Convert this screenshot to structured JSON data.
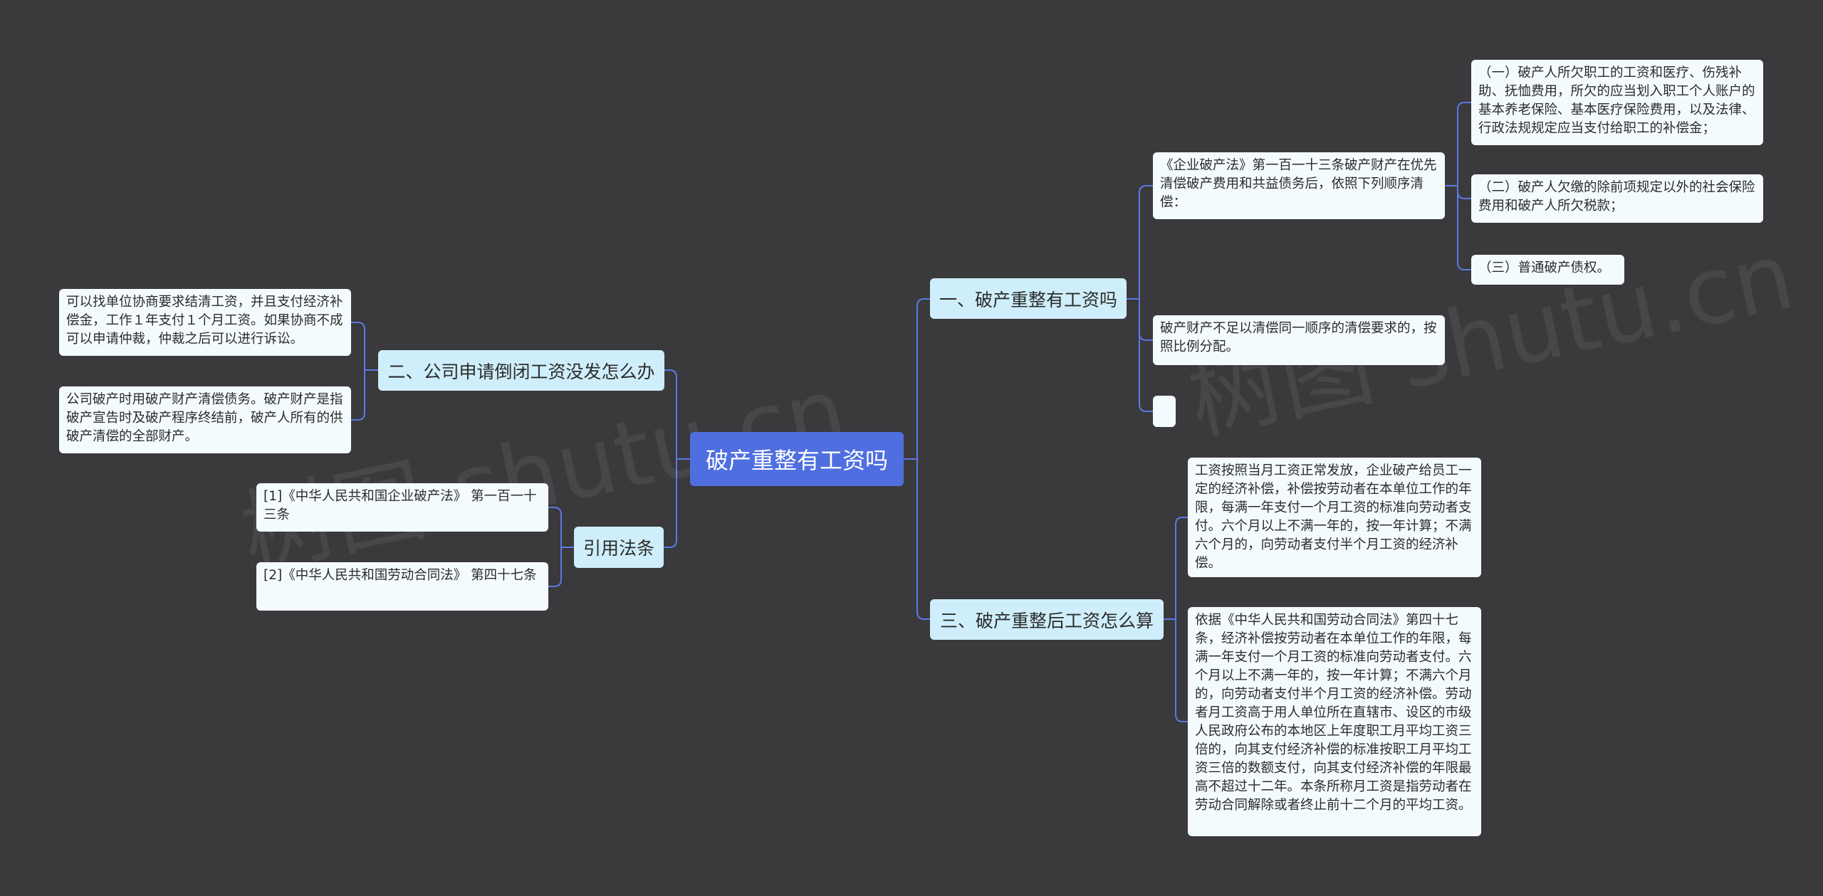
{
  "root": {
    "label": "破产重整有工资吗"
  },
  "right": {
    "branch1": {
      "label": "一、破产重整有工资吗",
      "leaf_a": "《企业破产法》第一百一十三条破产财产在优先清偿破产费用和共益债务后，依照下列顺序清偿：",
      "sub1": "（一）破产人所欠职工的工资和医疗、伤残补助、抚恤费用，所欠的应当划入职工个人账户的基本养老保险、基本医疗保险费用，以及法律、行政法规规定应当支付给职工的补偿金；",
      "sub2": "（二）破产人欠缴的除前项规定以外的社会保险费用和破产人所欠税款；",
      "sub3": "（三）普通破产债权。",
      "leaf_b": "破产财产不足以清偿同一顺序的清偿要求的，按照比例分配。",
      "leaf_c": ""
    },
    "branch3": {
      "label": "三、破产重整后工资怎么算",
      "leaf_a": "工资按照当月工资正常发放，企业破产给员工一定的经济补偿，补偿按劳动者在本单位工作的年限，每满一年支付一个月工资的标准向劳动者支付。六个月以上不满一年的，按一年计算；不满六个月的，向劳动者支付半个月工资的经济补偿。",
      "leaf_b": "依据《中华人民共和国劳动合同法》第四十七条，经济补偿按劳动者在本单位工作的年限，每满一年支付一个月工资的标准向劳动者支付。六个月以上不满一年的，按一年计算；不满六个月的，向劳动者支付半个月工资的经济补偿。劳动者月工资高于用人单位所在直辖市、设区的市级人民政府公布的本地区上年度职工月平均工资三倍的，向其支付经济补偿的标准按职工月平均工资三倍的数额支付，向其支付经济补偿的年限最高不超过十二年。本条所称月工资是指劳动者在劳动合同解除或者终止前十二个月的平均工资。"
    }
  },
  "left": {
    "branch2": {
      "label": "二、公司申请倒闭工资没发怎么办",
      "leaf_a": "可以找单位协商要求结清工资，并且支付经济补偿金，工作１年支付１个月工资。如果协商不成可以申请仲裁，仲裁之后可以进行诉讼。",
      "leaf_b": "公司破产时用破产财产清偿债务。破产财产是指破产宣告时及破产程序终结前，破产人所有的供破产清偿的全部财产。"
    },
    "refs": {
      "label": "引用法条",
      "ref1": "[1]《中华人民共和国企业破产法》 第一百一十三条",
      "ref2": "[2]《中华人民共和国劳动合同法》 第四十七条"
    }
  },
  "watermark": "树图 shutu.cn",
  "colors": {
    "background": "#3a393b",
    "root": "#4f6fe0",
    "branch": "#cfeefb",
    "leaf": "#f4fbff",
    "connector": "#5b79e6"
  }
}
